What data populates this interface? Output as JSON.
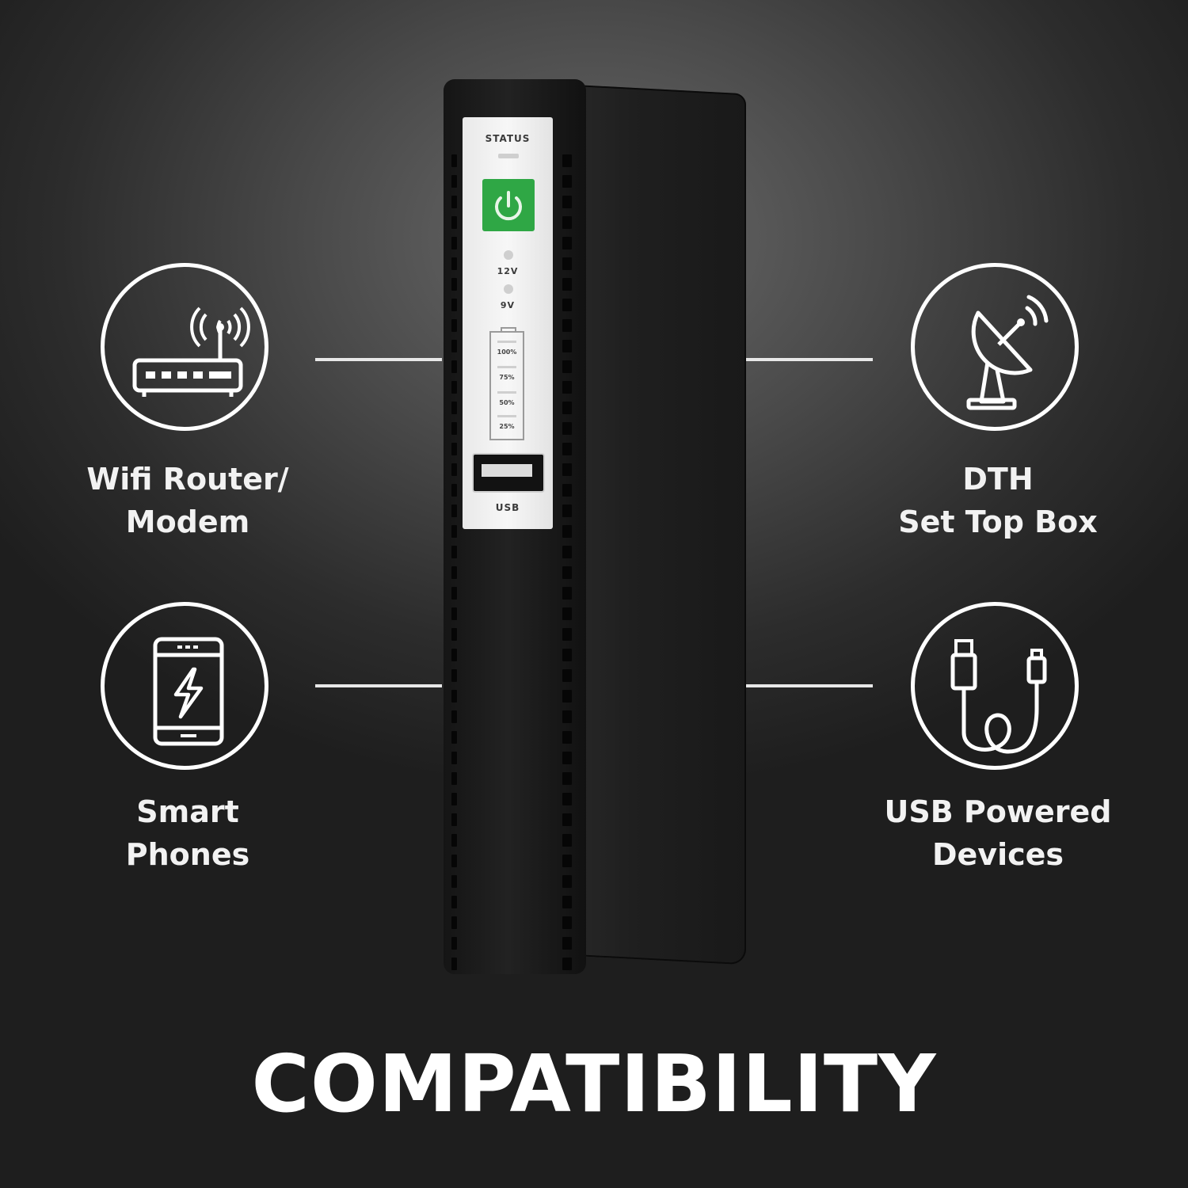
{
  "title": "COMPATIBILITY",
  "items": [
    {
      "id": "router",
      "icon": "wifi-router-icon",
      "lines": [
        "Wifi Router/",
        "Modem"
      ]
    },
    {
      "id": "dth",
      "icon": "satellite-dish-icon",
      "lines": [
        "DTH",
        "Set Top Box"
      ]
    },
    {
      "id": "phone",
      "icon": "smartphone-charging-icon",
      "lines": [
        "Smart",
        "Phones"
      ]
    },
    {
      "id": "usb",
      "icon": "usb-cable-icon",
      "lines": [
        "USB Powered",
        "Devices"
      ]
    }
  ],
  "device": {
    "status_label": "STATUS",
    "led_12v_label": "12V",
    "led_9v_label": "9V",
    "battery_levels": [
      "100%",
      "75%",
      "50%",
      "25%"
    ],
    "usb_label": "USB",
    "power_button_color": "#2fa745"
  }
}
